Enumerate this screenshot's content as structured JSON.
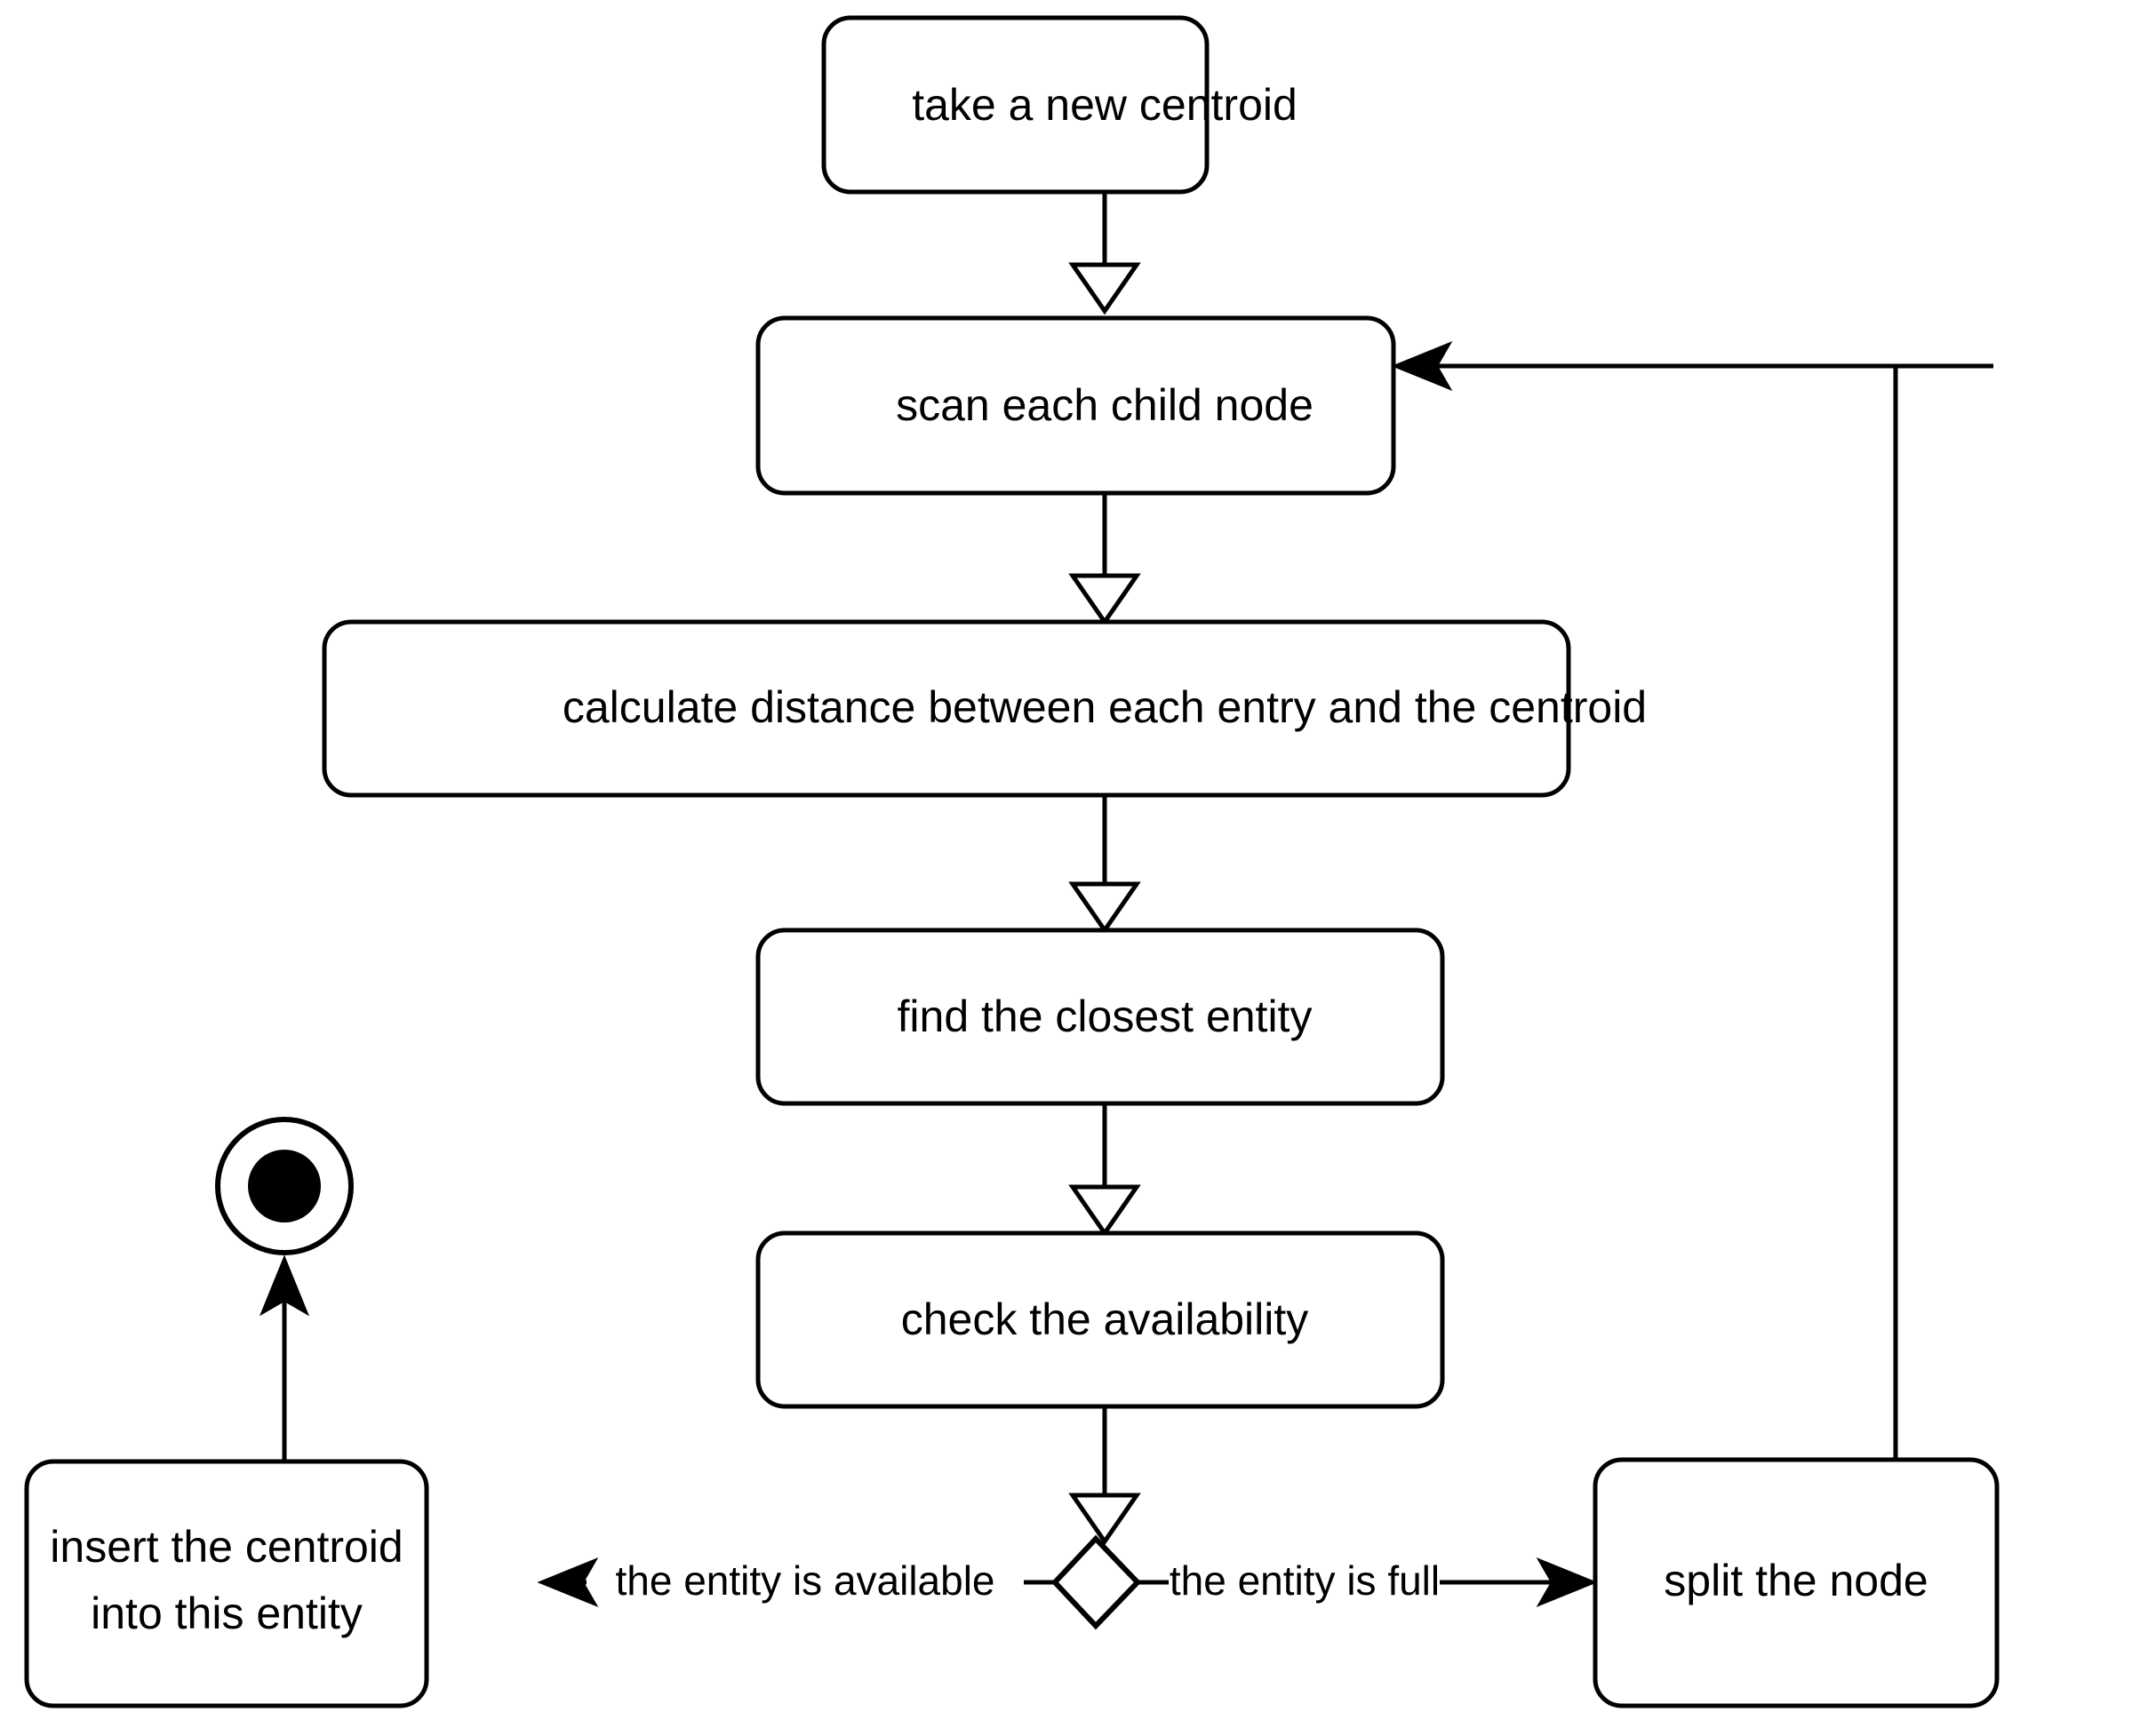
{
  "diagram": {
    "type": "uml-activity-diagram",
    "background_color": "#ffffff",
    "line_color": "#000000",
    "nodes": [
      {
        "id": "take-a-new-centroid",
        "kind": "action",
        "label": "take a new centroid"
      },
      {
        "id": "scan-each-child-node",
        "kind": "action",
        "label": "scan each child node"
      },
      {
        "id": "calculate-distance",
        "kind": "action",
        "label": "calculate distance between each entry and the centroid"
      },
      {
        "id": "find-the-closest-entity",
        "kind": "action",
        "label": "find the closest entity"
      },
      {
        "id": "check-the-availability",
        "kind": "action",
        "label": "check the availability"
      },
      {
        "id": "decision",
        "kind": "decision",
        "label": ""
      },
      {
        "id": "insert-the-centroid",
        "kind": "action",
        "label_line1": "insert the centroid",
        "label_line2": "into this entity"
      },
      {
        "id": "split-the-node",
        "kind": "action",
        "label": "split the node"
      },
      {
        "id": "final-node",
        "kind": "final",
        "label": ""
      }
    ],
    "edges": [
      {
        "id": "e1",
        "from": "take-a-new-centroid",
        "to": "scan-each-child-node",
        "label": "",
        "arrowhead": "open"
      },
      {
        "id": "e2",
        "from": "scan-each-child-node",
        "to": "calculate-distance",
        "label": "",
        "arrowhead": "open"
      },
      {
        "id": "e3",
        "from": "calculate-distance",
        "to": "find-the-closest-entity",
        "label": "",
        "arrowhead": "open"
      },
      {
        "id": "e4",
        "from": "find-the-closest-entity",
        "to": "check-the-availability",
        "label": "",
        "arrowhead": "open"
      },
      {
        "id": "e5",
        "from": "check-the-availability",
        "to": "decision",
        "label": "",
        "arrowhead": "open"
      },
      {
        "id": "e6",
        "from": "decision",
        "to": "insert-the-centroid",
        "label": "the entity is available",
        "arrowhead": "filled"
      },
      {
        "id": "e7",
        "from": "decision",
        "to": "split-the-node",
        "label": "the entity is full",
        "arrowhead": "filled"
      },
      {
        "id": "e8",
        "from": "insert-the-centroid",
        "to": "final-node",
        "label": "",
        "arrowhead": "filled"
      },
      {
        "id": "e9",
        "from": "split-the-node",
        "to": "scan-each-child-node",
        "label": "",
        "arrowhead": "filled"
      }
    ]
  }
}
